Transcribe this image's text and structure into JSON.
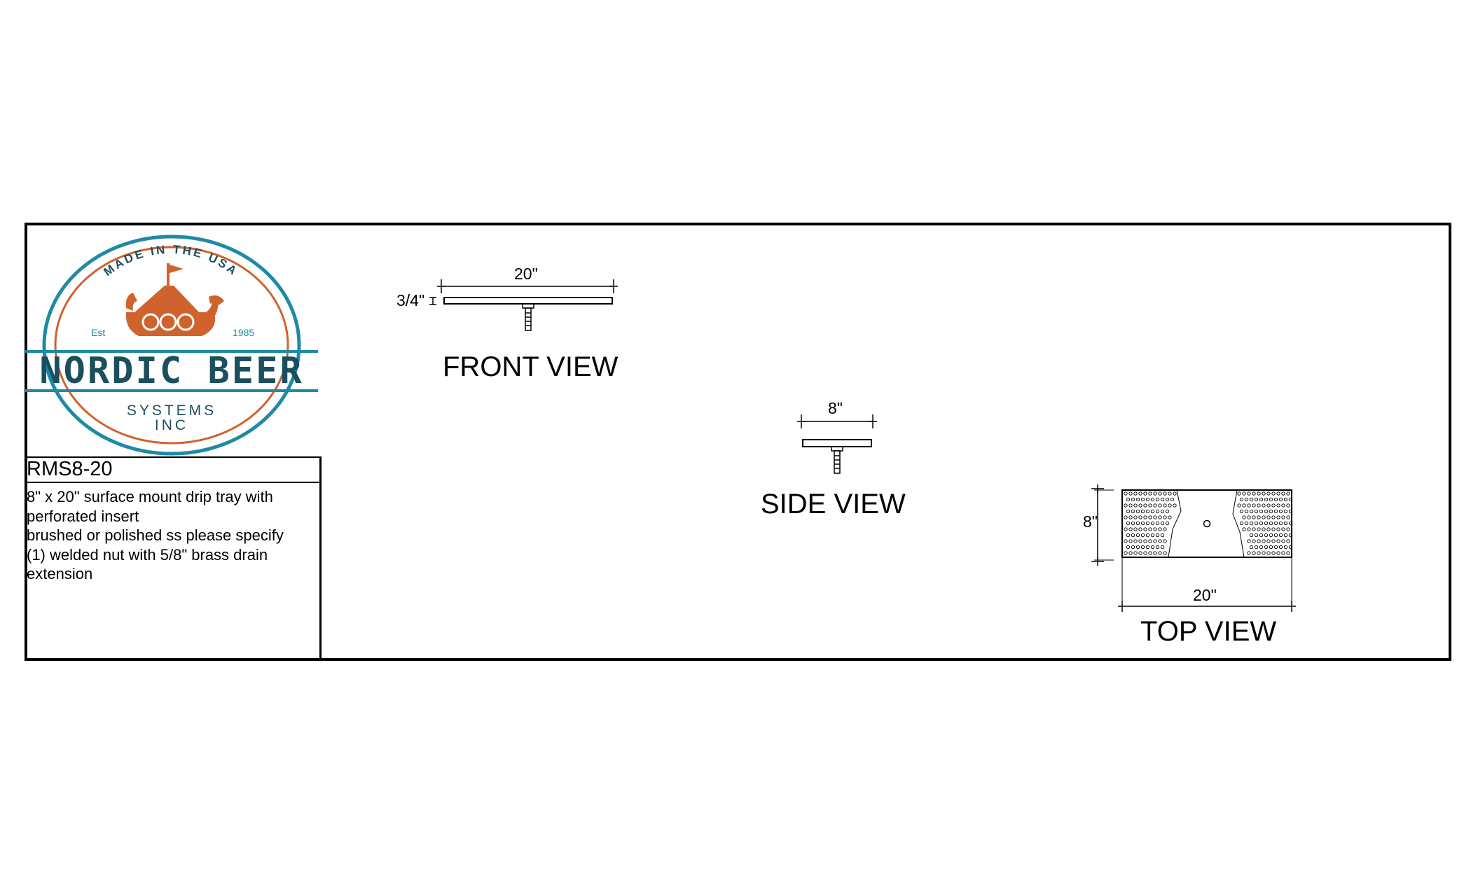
{
  "logo": {
    "arc_text": "MADE IN THE USA",
    "est_label": "Est",
    "est_year": "1985",
    "brand": "NORDIC BEER",
    "sub1": "SYSTEMS",
    "sub2": "INC",
    "colors": {
      "teal": "#1e8aa6",
      "orange": "#d0622d",
      "navy": "#1b4f5e"
    }
  },
  "title_block": {
    "part_number": "RMS8-20",
    "description_lines": [
      "8\" x 20\" surface mount drip tray with",
      "perforated insert",
      "brushed or polished ss please specify",
      "(1) welded nut with 5/8\" brass drain",
      "extension"
    ]
  },
  "views": {
    "front": {
      "label": "FRONT VIEW",
      "width_dim": "20\"",
      "height_dim": "3/4\""
    },
    "side": {
      "label": "SIDE VIEW",
      "width_dim": "8\""
    },
    "top": {
      "label": "TOP VIEW",
      "width_dim": "20\"",
      "height_dim": "8\""
    }
  }
}
